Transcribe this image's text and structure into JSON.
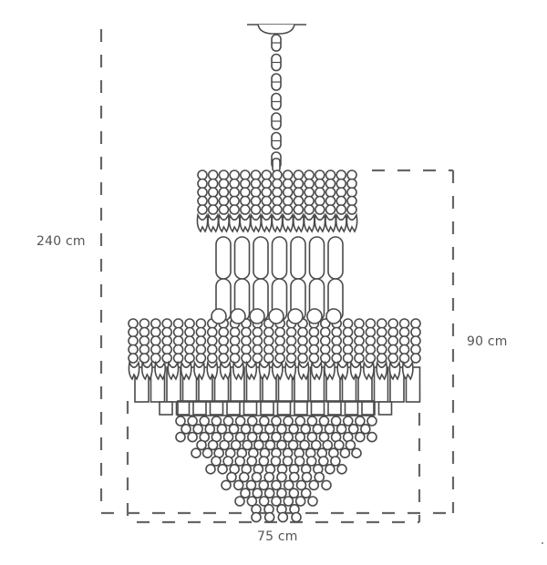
{
  "diagram": {
    "subject": "Chandelier dimension drawing",
    "colors": {
      "line": "#4a4a4a",
      "dimension_line": "#666666",
      "label": "#555555",
      "background": "#ffffff"
    },
    "dimensions": {
      "total_height": {
        "label": "240 cm"
      },
      "body_height": {
        "label": "90 cm"
      },
      "width": {
        "label": "75 cm"
      }
    },
    "parts": {
      "ceiling_canopy": "canopy",
      "chain": {
        "links": 7
      },
      "upper_tier": {
        "bead_columns": 15,
        "bead_rows": 5,
        "pill_columns": 7,
        "pill_rows": 2
      },
      "lower_tier": {
        "bead_columns": 26,
        "bead_rows": 5,
        "rect_drops": 18
      },
      "cone_drops": {
        "rows": 13
      }
    }
  }
}
